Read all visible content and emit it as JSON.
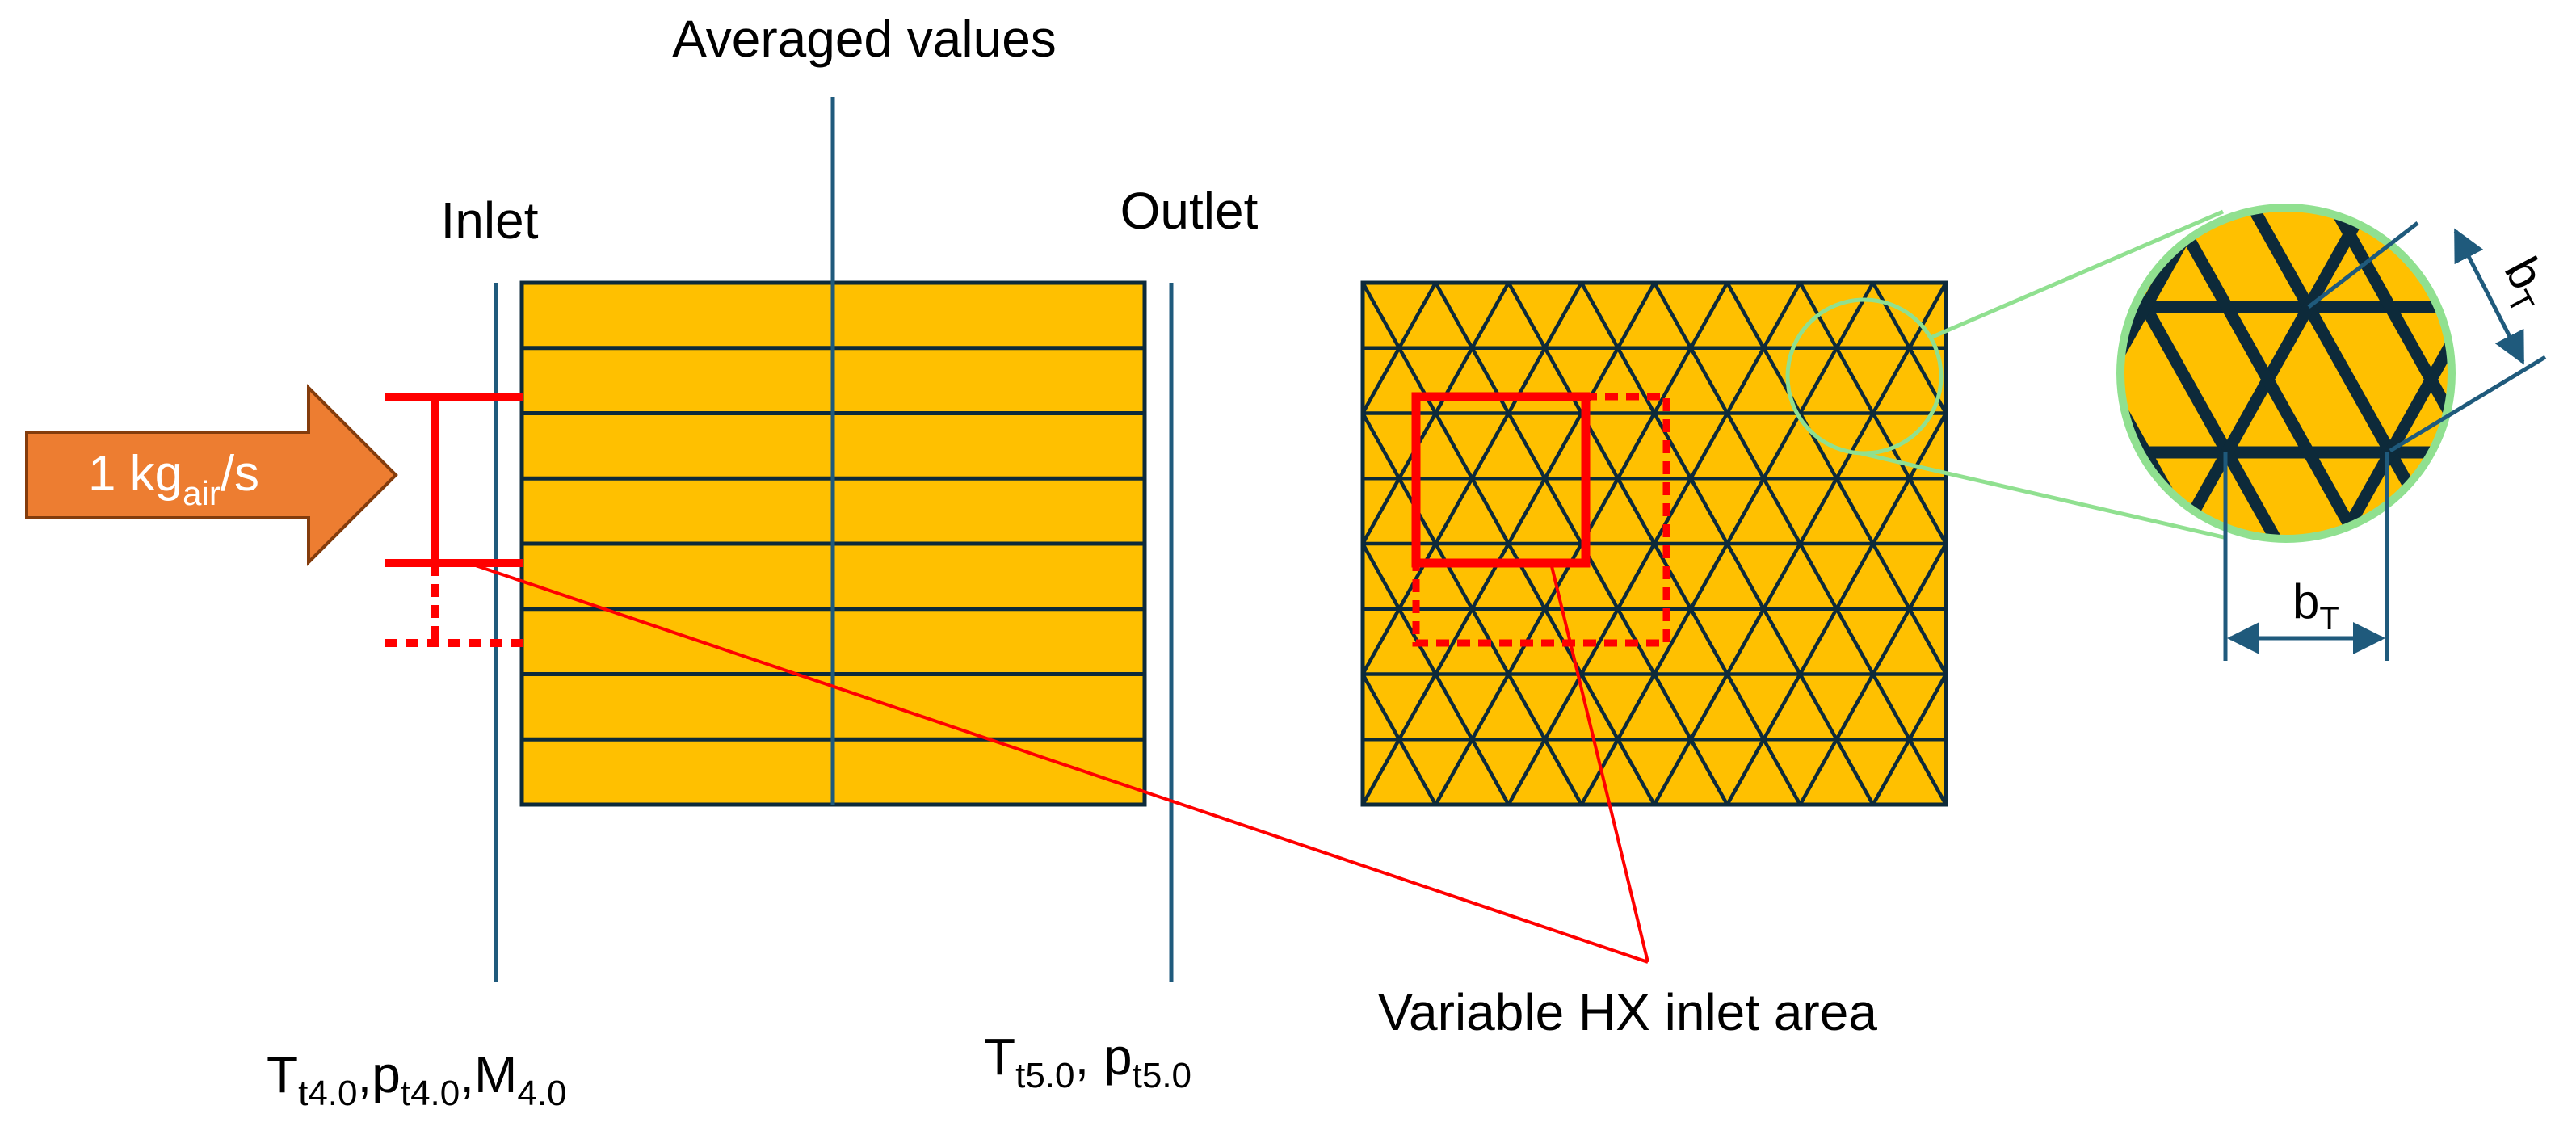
{
  "labels": {
    "averaged": "Averaged values",
    "inlet": "Inlet",
    "outlet": "Outlet",
    "hx_area": "Variable HX inlet area",
    "arrow": {
      "base": "1 kg",
      "sub": "air",
      "tail": "/s"
    },
    "inlet_vars": [
      {
        "base": "T",
        "sub": "t4.0"
      },
      {
        "base": ",p",
        "sub": "t4.0"
      },
      {
        "base": ",M",
        "sub": "4.0"
      }
    ],
    "outlet_vars": [
      {
        "base": "T",
        "sub": "t5.0"
      },
      {
        "base": ", p",
        "sub": "t5.0"
      }
    ],
    "dim_diag": {
      "base": "b",
      "sub": "T"
    },
    "dim_horiz": {
      "base": "b",
      "sub": "T"
    }
  },
  "colors": {
    "fill": "#FFC000",
    "grid_line": "#0D2A3A",
    "station_line": "#1F5A7C",
    "highlight": "#FF0000",
    "arrow_fill": "#ED7D31",
    "arrow_stroke": "#843C0C",
    "zoom_ring": "#90E090",
    "text": "#000000",
    "arrow_text": "#FFFFFF"
  }
}
